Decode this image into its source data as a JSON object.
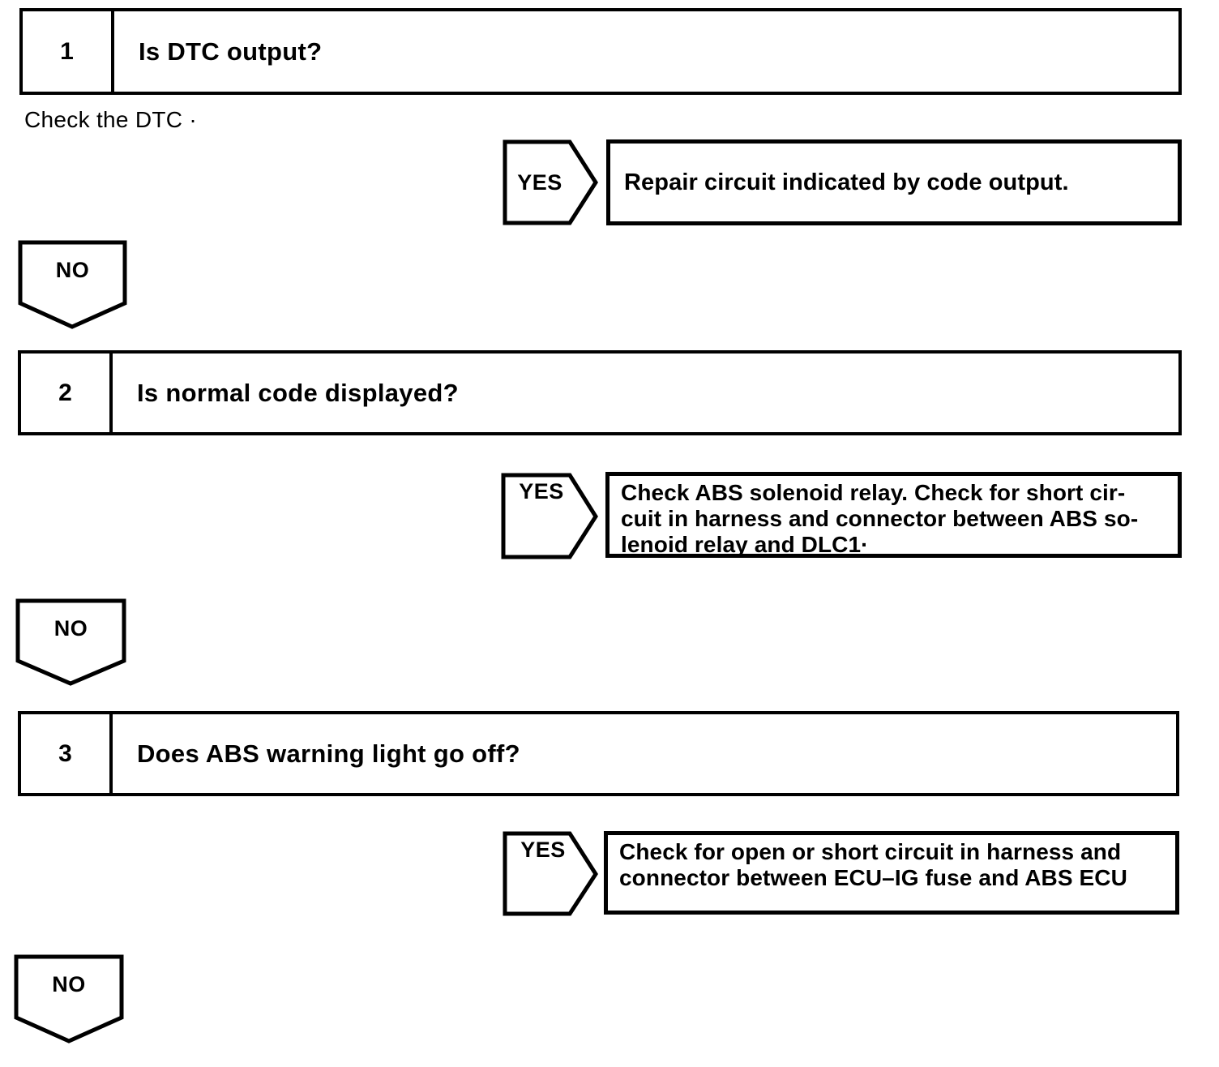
{
  "page": {
    "background": "#ffffff",
    "ink": "#000000"
  },
  "labels": {
    "yes": "YES",
    "no": "NO"
  },
  "note": "Check the DTC ·",
  "steps": [
    {
      "number": "1",
      "question": "Is DTC output?",
      "yes_result_lines": [
        "Repair circuit indicated by code output."
      ]
    },
    {
      "number": "2",
      "question": "Is normal code displayed?",
      "yes_result_lines": [
        "Check ABS solenoid relay. Check for short cir-",
        "cuit in harness and connector between ABS so-",
        "lenoid relay and DLC1·"
      ]
    },
    {
      "number": "3",
      "question": "Does ABS warning light go off?",
      "yes_result_lines": [
        "Check for open or short circuit in harness and",
        "connector between ECU–IG fuse and ABS ECU"
      ]
    }
  ]
}
